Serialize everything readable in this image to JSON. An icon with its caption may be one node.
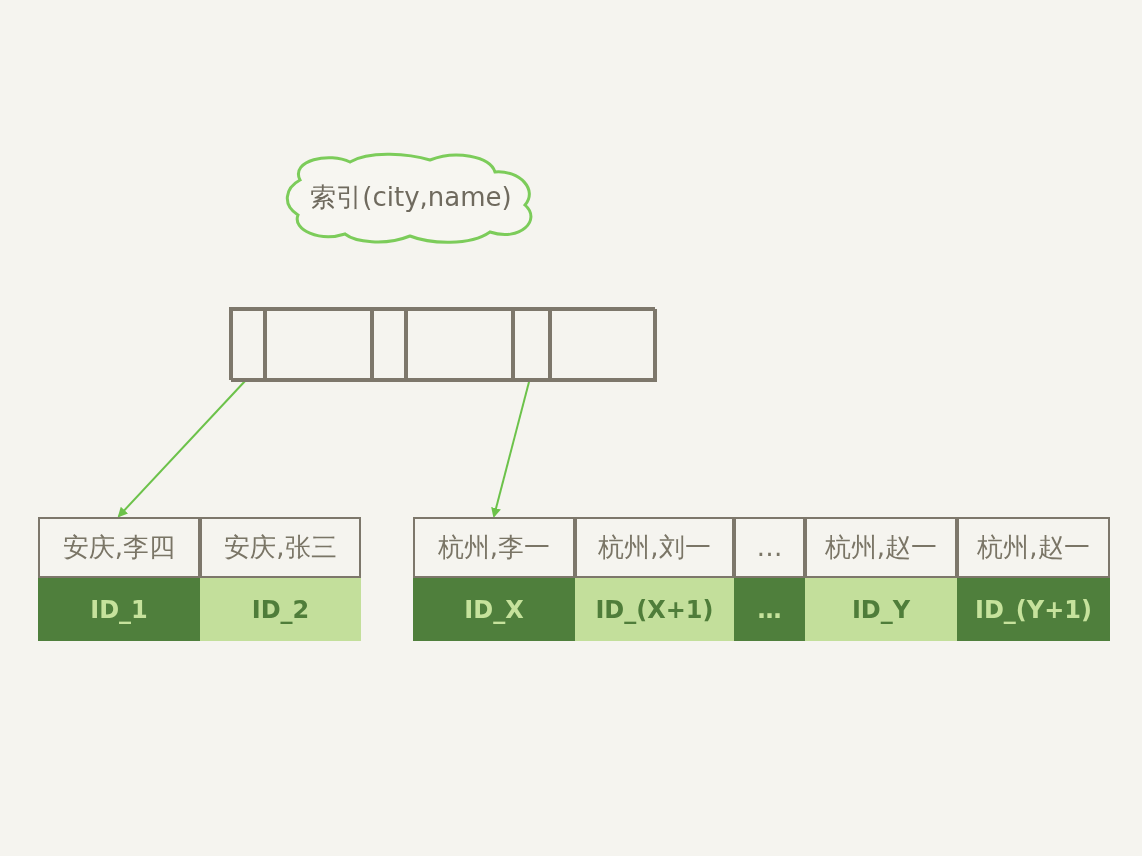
{
  "diagram": {
    "nodes": [
      {
        "text": [
          "索引(city,name)"
        ]
      },
      {
        "text": [],
        "shape": "box"
      },
      {
        "text": [],
        "shape": "box",
        "in": 1
      },
      {
        "text": [],
        "shape": "box",
        "in": 1
      },
      {
        "text": [],
        "shape": "box",
        "in": 1
      },
      {
        "text": [],
        "shape": "box",
        "in": 1
      },
      {
        "text": [],
        "shape": "box",
        "in": 1
      },
      {
        "text": [],
        "shape": "box",
        "in": 1
      },
      {
        "text": [
          "安庆,李四"
        ]
      },
      {
        "text": [
          "安庆,张三"
        ]
      },
      {
        "text": [
          "ID_1"
        ]
      },
      {
        "text": [
          "ID_2"
        ]
      },
      {
        "text": [
          "杭州,李一"
        ]
      },
      {
        "text": [
          "杭州,刘一"
        ]
      },
      {
        "text": [
          "…"
        ]
      },
      {
        "text": [
          "杭州,赵一"
        ]
      },
      {
        "text": [
          "杭州,赵一"
        ]
      },
      {
        "text": [
          "ID_X"
        ]
      },
      {
        "text": [
          "ID_(X+1)"
        ]
      },
      {
        "text": [
          "…"
        ]
      },
      {
        "text": [
          "ID_Y"
        ]
      },
      {
        "text": [
          "ID_(Y+1)"
        ]
      }
    ],
    "edges": [
      {
        "from": 2,
        "to": 8,
        "arrow": "to"
      },
      {
        "from": 6,
        "to": 12,
        "arrow": "to"
      }
    ]
  }
}
